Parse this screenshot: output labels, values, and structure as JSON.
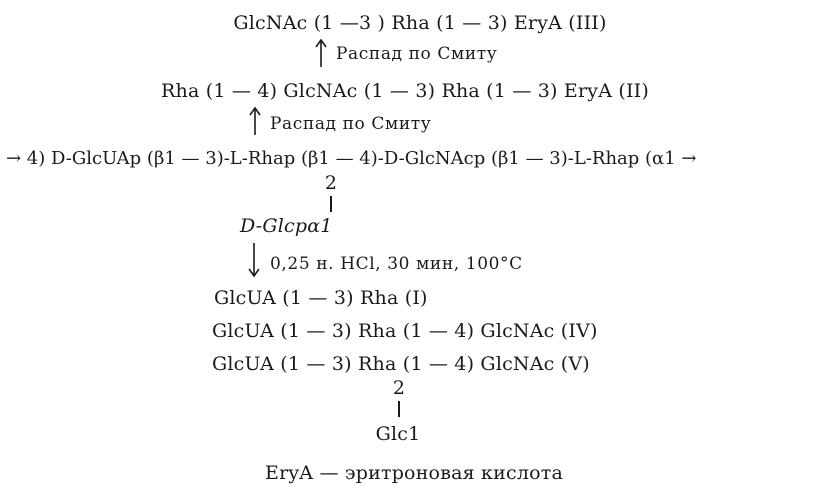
{
  "scheme": {
    "line_III": "GlcNAc (1 —3 ) Rha (1 — 3) EryA (III)",
    "smith_1": "Распад по Смиту",
    "line_II": "Rha (1 — 4) GlcNAc (1 — 3) Rha (1 — 3) EryA (II)",
    "smith_2": "Распад по Смиту",
    "polymer": "→ 4) D-GlcUAp (β1 — 3)-L-Rhap (β1 — 4)-D-GlcNAcp (β1 — 3)-L-Rhap (α1 →",
    "branch_pos": "2",
    "branch_sugar": "D-Glcpα1",
    "hydrolysis": "0,25 н. HCl, 30 мин, 100°C",
    "line_I": "GlcUA (1 — 3) Rha (I)",
    "line_IV": "GlcUA (1 — 3) Rha (1 — 4) GlcNAc (IV)",
    "line_V": "GlcUA (1 — 3) Rha (1 — 4) GlcNAc (V)",
    "branch_pos_V": "2",
    "branch_sugar_V": "Glc1",
    "footnote": "EryA — эритроновая кислота"
  }
}
